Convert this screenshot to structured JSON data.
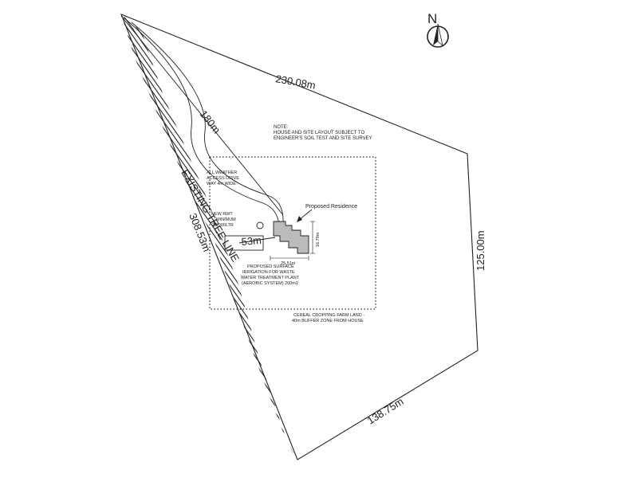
{
  "north": {
    "label": "N",
    "icon": "north-arrow-icon"
  },
  "boundary": {
    "north_edge": "230.08m",
    "east_edge": "125.00m",
    "south_edge": "138.75m",
    "west_edge": "308.53m"
  },
  "driveway": {
    "length": "180m",
    "label_lines": [
      "ALL WEATHER",
      "ACCESS DRIVE",
      "WAY 4m WIDE"
    ]
  },
  "tree_line": {
    "label": "EXISTING TREE LINE"
  },
  "note": {
    "lines": [
      "NOTE:",
      "HOUSE AND SITE LAYOUT SUBJECT TO",
      "ENGINEER'S SOIL TEST AND SITE SURVEY"
    ]
  },
  "residence": {
    "label": "Proposed Residence",
    "width_dim": "25.51m",
    "depth_dim": "16.79m"
  },
  "tank": {
    "label_lines": [
      "NEW RWT",
      "MINIMUM",
      "22,000LTR"
    ]
  },
  "setback": {
    "label": "53m"
  },
  "irrigation": {
    "label_lines": [
      "PROPOSED SURFACE",
      "IRRIGATION FOR WASTE",
      "WATER TREATMENT PLANT",
      "(AEROBIC SYSTEM) 200m2"
    ]
  },
  "buffer": {
    "label_lines": [
      "CEREAL CROPPING FARM LAND -",
      "40m BUFFER ZONE FROM HOUSE"
    ]
  },
  "colors": {
    "ink": "#222222",
    "paper": "#ffffff"
  }
}
